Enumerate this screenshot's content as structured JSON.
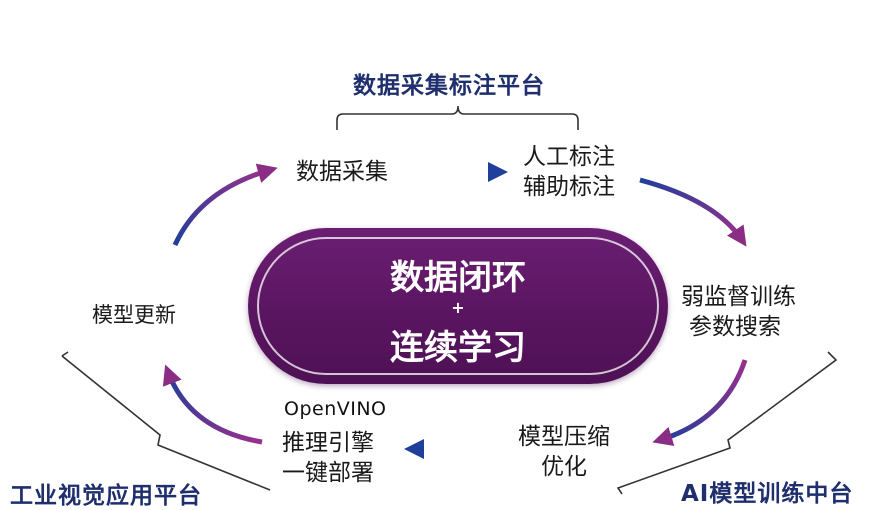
{
  "platforms": {
    "top": "数据采集标注平台",
    "left": "工业视觉应用平台",
    "right": "AI模型训练中台"
  },
  "center": {
    "line1": "数据闭环",
    "plus": "+",
    "line2": "连续学习"
  },
  "nodes": {
    "collect": "数据采集",
    "annotate": [
      "人工标注",
      "辅助标注"
    ],
    "train": [
      "弱监督训练",
      "参数搜索"
    ],
    "compress": [
      "模型压缩",
      "优化"
    ],
    "deploy": [
      "推理引擎",
      "一键部署"
    ],
    "update": "模型更新"
  },
  "logo": {
    "openvino": "OpenVINO"
  },
  "colors": {
    "platform_text": "#1f2f6e",
    "center_fill": "#5a1560",
    "arrow_purple": "#8a2d84",
    "arrow_blue": "#1f3f9a"
  }
}
